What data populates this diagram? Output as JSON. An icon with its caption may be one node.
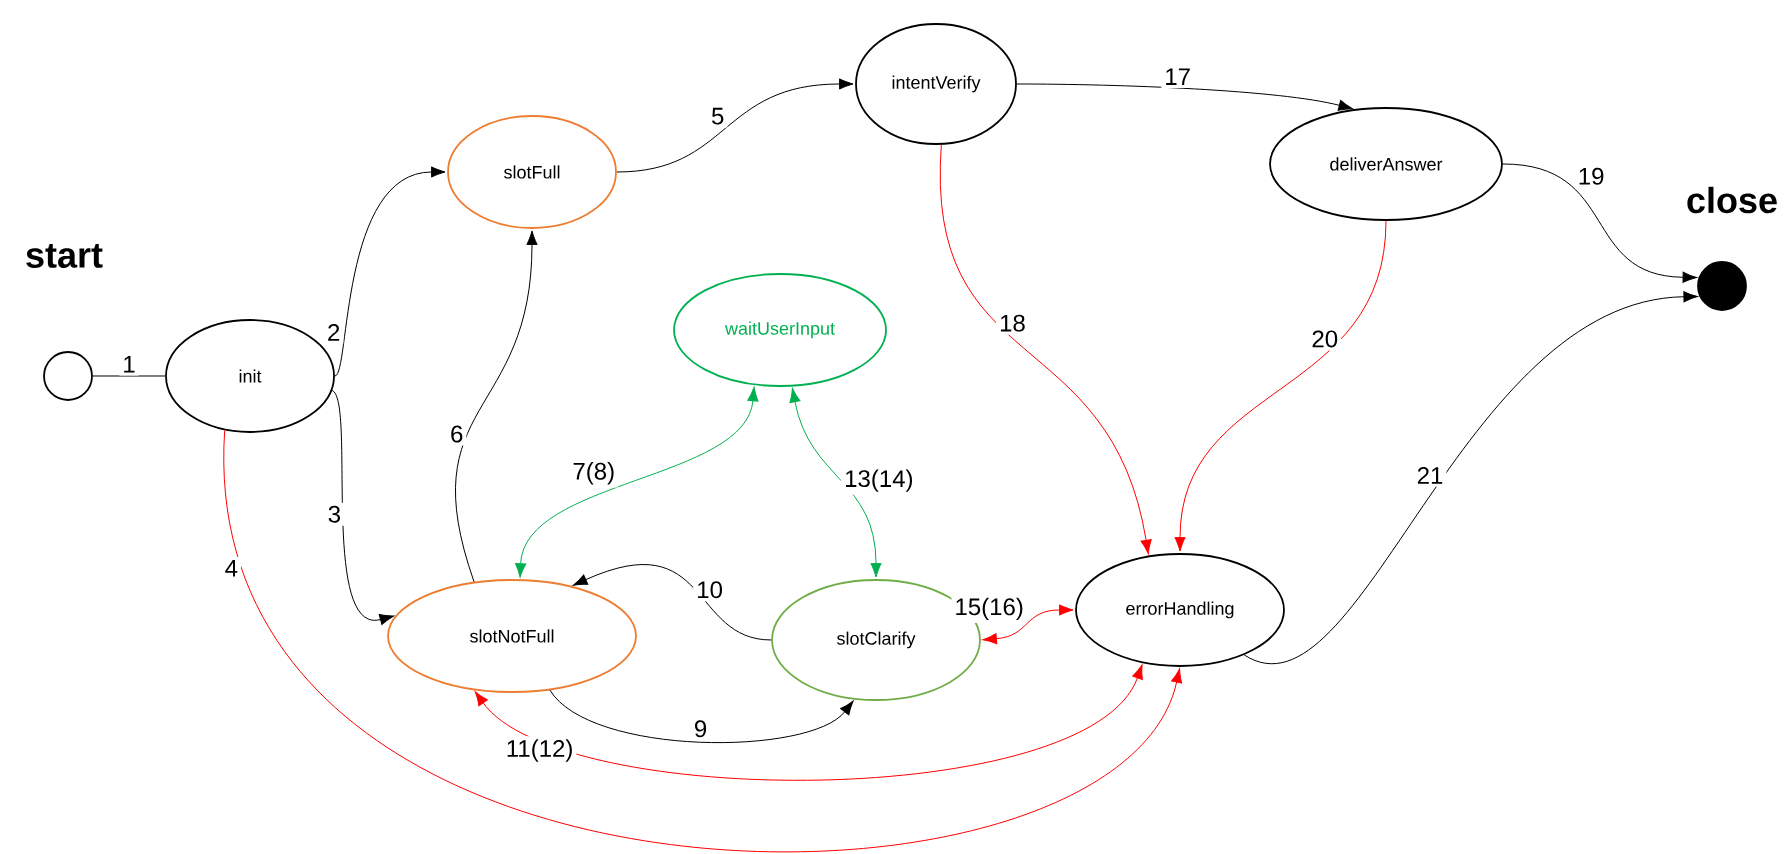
{
  "diagram": {
    "nodes": [
      {
        "text": [],
        "shape": "circle",
        "beside": [
          "start"
        ]
      },
      {
        "text": [
          "init"
        ]
      },
      {
        "text": [
          "slotFull"
        ]
      },
      {
        "text": [
          "intentVerify"
        ]
      },
      {
        "text": [
          "deliverAnswer"
        ]
      },
      {
        "text": [
          "waitUserInput"
        ]
      },
      {
        "text": [
          "slotNotFull"
        ]
      },
      {
        "text": [
          "slotClarify"
        ]
      },
      {
        "text": [
          "errorHandling"
        ]
      },
      {
        "text": [],
        "shape": "circle",
        "beside": [
          "close"
        ]
      }
    ],
    "edges": [
      {
        "from": 0,
        "to": 1,
        "arrow": "none",
        "label": "1"
      },
      {
        "from": 1,
        "to": 2,
        "arrow": "to",
        "label": "2"
      },
      {
        "from": 1,
        "to": 6,
        "arrow": "to",
        "label": "3"
      },
      {
        "from": 1,
        "to": 8,
        "arrow": "to",
        "label": "4",
        "color": "#ff0000"
      },
      {
        "from": 2,
        "to": 3,
        "arrow": "to",
        "label": "5"
      },
      {
        "from": 6,
        "to": 2,
        "arrow": "to",
        "label": "6"
      },
      {
        "from": 6,
        "to": 5,
        "arrow": "both",
        "label": "7(8)",
        "color": "#00b050"
      },
      {
        "from": 6,
        "to": 7,
        "arrow": "to",
        "label": "9"
      },
      {
        "from": 7,
        "to": 6,
        "arrow": "to",
        "label": "10"
      },
      {
        "from": 6,
        "to": 8,
        "arrow": "both",
        "label": "11(12)",
        "color": "#ff0000"
      },
      {
        "from": 5,
        "to": 7,
        "arrow": "both",
        "label": "13(14)",
        "color": "#00b050"
      },
      {
        "from": 7,
        "to": 8,
        "arrow": "both",
        "label": "15(16)",
        "color": "#ff0000"
      },
      {
        "from": 3,
        "to": 4,
        "arrow": "to",
        "label": "17"
      },
      {
        "from": 3,
        "to": 8,
        "arrow": "to",
        "label": "18",
        "color": "#ff0000"
      },
      {
        "from": 4,
        "to": 9,
        "arrow": "to",
        "label": "19"
      },
      {
        "from": 4,
        "to": 8,
        "arrow": "to",
        "label": "20",
        "color": "#ff0000"
      },
      {
        "from": 8,
        "to": 9,
        "arrow": "to",
        "label": "21"
      }
    ]
  }
}
